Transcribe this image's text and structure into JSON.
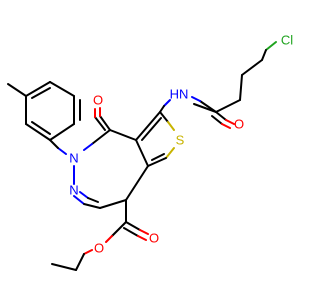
{
  "atoms": {
    "cl": {
      "label": "Cl",
      "color": "#1fa31f"
    },
    "amide_o": {
      "label": "O",
      "color": "#ff0000"
    },
    "nh": {
      "label": "HN",
      "color": "#0000ff"
    },
    "ring_o": {
      "label": "O",
      "color": "#ff0000"
    },
    "n_aryl": {
      "label": "N",
      "color": "#0000ff"
    },
    "n_ring": {
      "label": "N",
      "color": "#0000ff"
    },
    "s": {
      "label": "S",
      "color": "#c8b400"
    },
    "ester_o_carbonyl": {
      "label": "O",
      "color": "#ff0000"
    },
    "ester_o_ether": {
      "label": "O",
      "color": "#ff0000"
    }
  }
}
